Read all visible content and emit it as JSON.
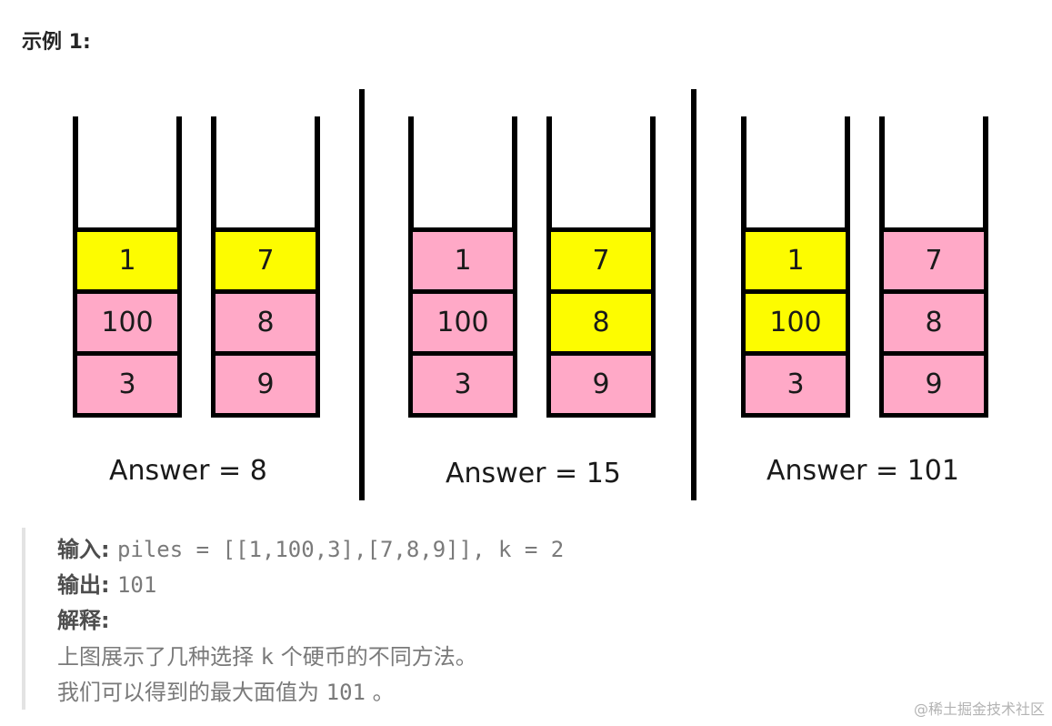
{
  "heading": "示例 1:",
  "panels": [
    {
      "answer": "Answer = 8",
      "stacks": [
        [
          {
            "v": "1",
            "c": "yellow"
          },
          {
            "v": "100",
            "c": "pink"
          },
          {
            "v": "3",
            "c": "pink"
          }
        ],
        [
          {
            "v": "7",
            "c": "yellow"
          },
          {
            "v": "8",
            "c": "pink"
          },
          {
            "v": "9",
            "c": "pink"
          }
        ]
      ]
    },
    {
      "answer": "Answer = 15",
      "stacks": [
        [
          {
            "v": "1",
            "c": "pink"
          },
          {
            "v": "100",
            "c": "pink"
          },
          {
            "v": "3",
            "c": "pink"
          }
        ],
        [
          {
            "v": "7",
            "c": "yellow"
          },
          {
            "v": "8",
            "c": "yellow"
          },
          {
            "v": "9",
            "c": "pink"
          }
        ]
      ]
    },
    {
      "answer": "Answer = 101",
      "stacks": [
        [
          {
            "v": "1",
            "c": "yellow"
          },
          {
            "v": "100",
            "c": "yellow"
          },
          {
            "v": "3",
            "c": "pink"
          }
        ],
        [
          {
            "v": "7",
            "c": "pink"
          },
          {
            "v": "8",
            "c": "pink"
          },
          {
            "v": "9",
            "c": "pink"
          }
        ]
      ]
    }
  ],
  "colors": {
    "yellow": "#fdfc00",
    "pink": "#ffa9c7"
  },
  "example": {
    "input_label": "输入",
    "input_value": "piles = [[1,100,3],[7,8,9]], k = 2",
    "output_label": "输出",
    "output_value": "101",
    "explain_label": "解释",
    "explain_line1_a": "上图展示了几种选择 ",
    "explain_line1_k": "k",
    "explain_line1_b": " 个硬币的不同方法。",
    "explain_line2_a": "我们可以得到的最大面值为 ",
    "explain_line2_v": "101",
    "explain_line2_b": " 。"
  },
  "watermark": "@稀土掘金技术社区"
}
